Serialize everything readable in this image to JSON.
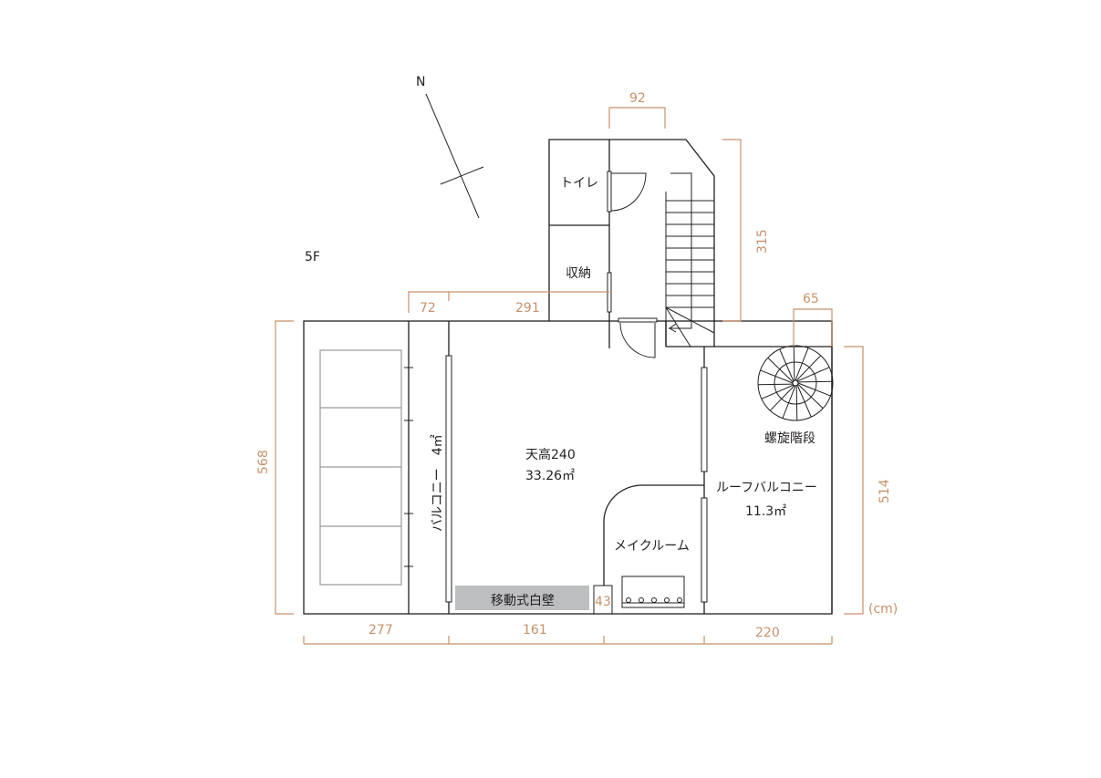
{
  "floor": "5F",
  "compass": {
    "label": "N"
  },
  "rooms": {
    "toilet": "トイレ",
    "storage": "収納",
    "ceiling": "天高240",
    "main_area": "33.26㎡",
    "balcony": "バルコニー　4㎡",
    "make_room": "メイクルーム",
    "movable_wall": "移動式白壁",
    "spiral_stairs": "螺旋階段",
    "roof_balcony": "ルーフバルコニー",
    "roof_area": "11.3㎡"
  },
  "dimensions": {
    "d92": "92",
    "d315": "315",
    "d72": "72",
    "d291": "291",
    "d65": "65",
    "d568": "568",
    "d514": "514",
    "d277": "277",
    "d161": "161",
    "d220": "220",
    "d43": "43",
    "unit": "(cm)"
  },
  "colors": {
    "dimension": "#c8916a",
    "wall": "#231f20",
    "movable_wall": "#bcbec0"
  }
}
